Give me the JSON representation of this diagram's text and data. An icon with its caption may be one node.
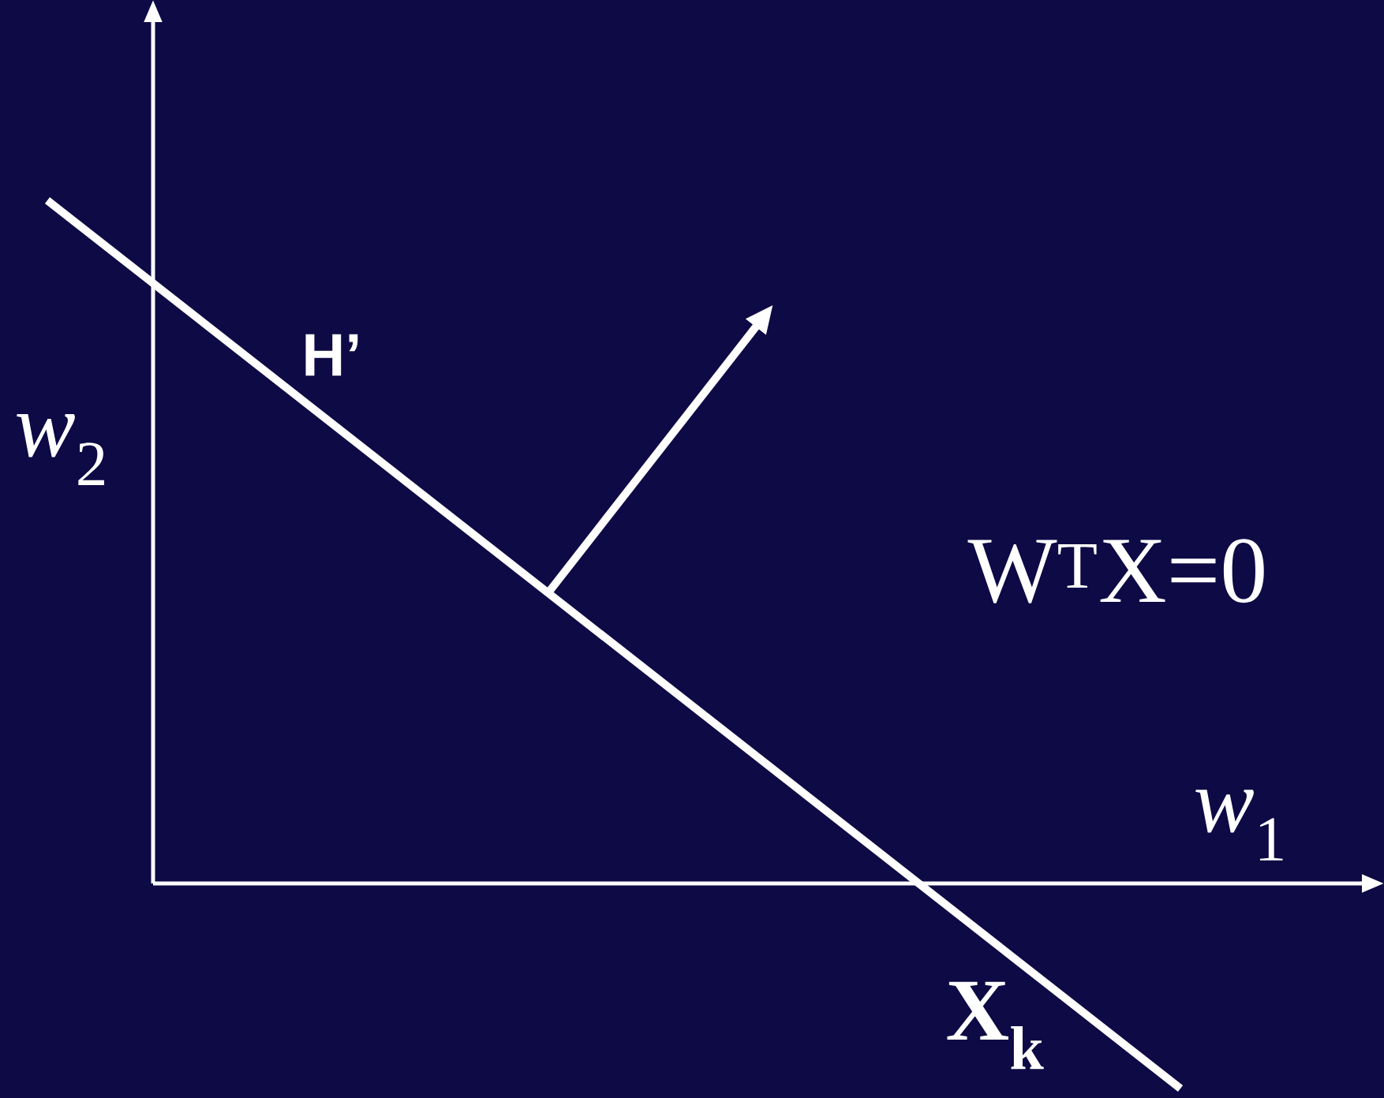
{
  "diagram": {
    "labels": [
      "H’",
      "*w*$_{2}$",
      "W$^{T}$X=0",
      "*w*$_{1}$",
      "X$_{k}$"
    ]
  }
}
